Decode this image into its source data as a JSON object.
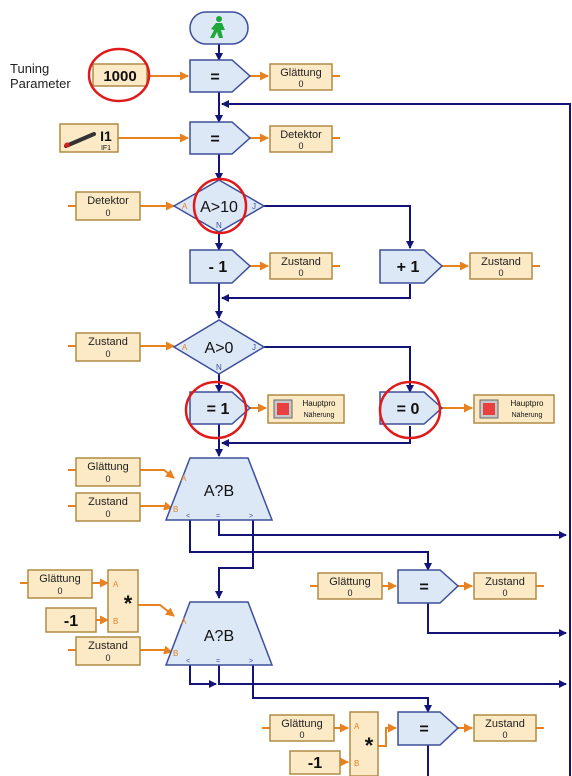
{
  "start": {
    "icon": "start-walking-man-icon"
  },
  "tuning": {
    "label_line1": "Tuning",
    "label_line2": "Parameter",
    "value": "1000"
  },
  "input_sensor": {
    "icon": "phototransistor-icon",
    "name": "I1",
    "sub": "IF1"
  },
  "ops": {
    "assign": "=",
    "assign1": "= 1",
    "assign0": "= 0",
    "minus1": "- 1",
    "plus1": "+ 1",
    "multiply": "*",
    "compare_ab": "A?B",
    "cmp_lt": "<",
    "cmp_eq": "=",
    "cmp_gt": ">"
  },
  "branch1": {
    "cond": "A>10",
    "port_in": "A",
    "port_yes": "J",
    "port_no": "N"
  },
  "branch2": {
    "cond": "A>0",
    "port_in": "A",
    "port_yes": "J",
    "port_no": "N"
  },
  "ports": {
    "a": "A",
    "b": "B"
  },
  "vars": {
    "glaettung": "Glättung",
    "detektor": "Detektor",
    "zustand": "Zustand",
    "zero": "0"
  },
  "constants": {
    "minus_one": "-1"
  },
  "lamp": {
    "line1": "Hauptpro",
    "line2": "Näherung"
  },
  "colors": {
    "cmd_fill": "#dde8f6",
    "cmd_stroke": "#3d4f9c",
    "var_fill": "#fce9c6",
    "var_stroke": "#b08a45",
    "wire_orange": "#e8821f",
    "wire_blue": "#141478",
    "highlight_red": "#e01a1a",
    "lamp_red": "#e84040"
  }
}
